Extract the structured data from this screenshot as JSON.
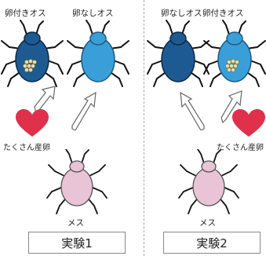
{
  "experiment1": {
    "male_with_eggs_label": "卵付きオス",
    "male_without_eggs_label": "卵なしオス",
    "many_eggs_label": "たくさん産卵",
    "female_label": "メス",
    "title": "実験1"
  },
  "experiment2": {
    "male_without_eggs_label": "卵なしオス",
    "male_with_eggs_label": "卵付きオス",
    "many_eggs_label": "たくさん産卵",
    "female_label": "メス",
    "title": "実験2"
  },
  "colors": {
    "dark_male": "#1d5a92",
    "light_male": "#3a9fd8",
    "female": "#e8c4d6",
    "heart": "#e0304c",
    "eggs": "#e6dca6"
  }
}
